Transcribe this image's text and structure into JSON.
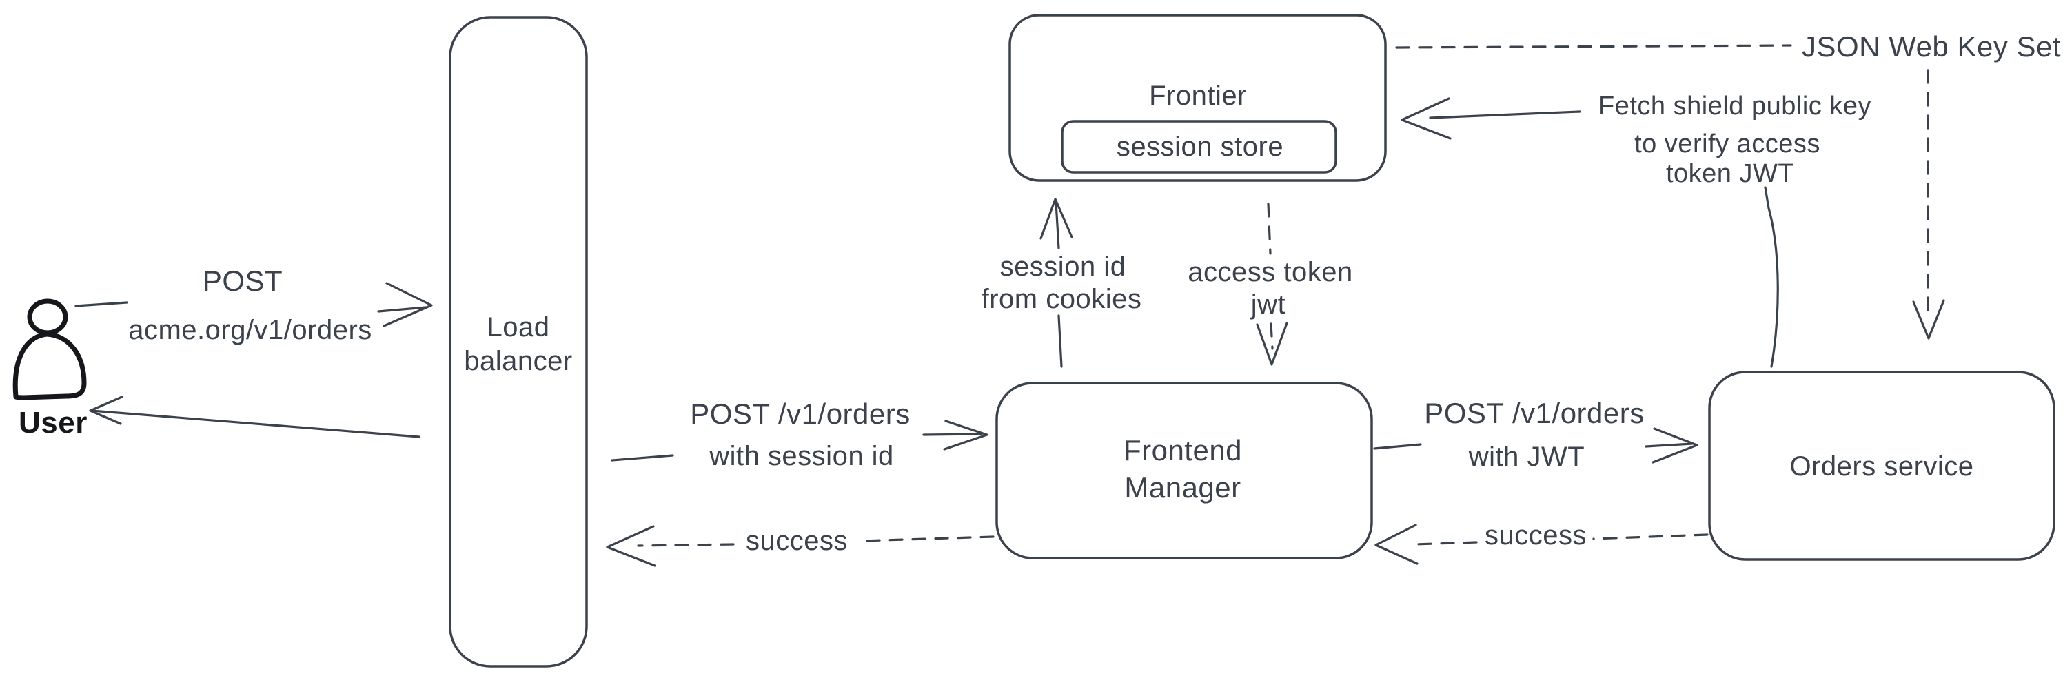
{
  "colors": {
    "ink": "#3b424b",
    "figure": "#15171b",
    "hatch": "#c9d3dc",
    "background": "#ffffff"
  },
  "nodes": {
    "user": {
      "label": "User"
    },
    "load_balancer": {
      "line1": "Load",
      "line2": "balancer"
    },
    "frontier": {
      "label": "Frontier",
      "session_store_label": "session store"
    },
    "frontend_manager": {
      "line1": "Frontend",
      "line2": "Manager"
    },
    "orders_service": {
      "label": "Orders service"
    }
  },
  "edges": {
    "user_to_lb": {
      "line1": "POST",
      "line2": "acme.org/v1/orders"
    },
    "lb_to_fm": {
      "line1": "POST /v1/orders",
      "line2": "with session id"
    },
    "fm_to_lb_success": {
      "label": "success"
    },
    "fm_to_frontier": {
      "line1": "session id",
      "line2": "from cookies"
    },
    "frontier_to_fm": {
      "line1": "access token",
      "line2": "jwt"
    },
    "fm_to_orders": {
      "line1": "POST /v1/orders",
      "line2": "with JWT"
    },
    "orders_to_fm_success": {
      "label": "success"
    },
    "orders_to_frontier_fetch": {
      "line1": "Fetch shield public key",
      "line2": "to verify access",
      "line3": "token JWT"
    },
    "jwks": {
      "label": "JSON Web Key Set"
    }
  }
}
